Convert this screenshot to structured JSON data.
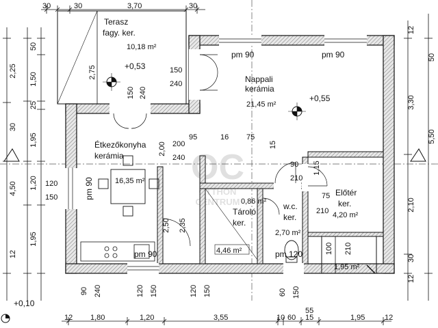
{
  "rooms": {
    "terrace": {
      "name": "Terasz",
      "finish": "fagy. ker.",
      "area": "10,18 m²",
      "level": "+0,53"
    },
    "living": {
      "name": "Nappali",
      "finish": "kerámia",
      "area": "21,45 m²",
      "level": "+0,55",
      "sill_a": "pm 90",
      "sill_b": "pm 90"
    },
    "kitchen": {
      "name": "Étkezőkonyha",
      "finish": "kerámia",
      "area": "16,35 m²",
      "sill_side": "pm 90",
      "sill_bottom": "pm 90"
    },
    "storage": {
      "name": "Tároló",
      "finish": "ker.",
      "area": "0,86 m²"
    },
    "hall": {
      "area": "4,46 m²"
    },
    "wc": {
      "name": "w.c.",
      "finish": "ker.",
      "area": "2,70 m²",
      "sill": "pm 120"
    },
    "entry": {
      "name": "Előtér",
      "finish": "ker.",
      "area": "4,20 m²"
    },
    "porch": {
      "area": "1,95 m²"
    }
  },
  "levels": {
    "outside": "+0,10"
  },
  "dims": {
    "top": [
      "30",
      "30",
      "3,70",
      "30"
    ],
    "bottom": [
      "12",
      "1,80",
      "1,20",
      "3,55",
      "10",
      "60",
      "15",
      "1,95",
      "12"
    ],
    "bottom_over": "55",
    "left": [
      "2,25",
      "50",
      "1,50",
      "25",
      "30",
      "1,95",
      "4,50",
      "1,20",
      "1,95",
      "12"
    ],
    "right": [
      "12",
      "3,30",
      "5,50",
      "2,10",
      "30",
      "12",
      "50"
    ],
    "openings": {
      "terrace_150": "150",
      "terrace_240": "240",
      "terrace_275": "2,75",
      "terr_door_150": "150",
      "terr_door_240": "240",
      "kit_200": "200",
      "kit_240": "240",
      "kit_200v": "2,00",
      "kit_120": "120",
      "kit_150": "150",
      "d95": "95",
      "d16": "16",
      "d75": "75",
      "d15": "15",
      "d90": "90",
      "d210": "210",
      "d115": "1,15",
      "d75b": "75",
      "d210b": "210",
      "d100": "100",
      "d210c": "210",
      "d250": "2,50",
      "d235": "2,35",
      "b120a": "120",
      "b150a": "150",
      "b120b": "120",
      "b150b": "150",
      "b60": "60",
      "b150c": "150",
      "b90": "90",
      "b240": "240"
    }
  },
  "watermark": {
    "logo": "OC",
    "line1": "OTTHON",
    "line2": "CENTRUM"
  },
  "colors": {
    "wall_fill": "#d9d9d9",
    "line": "#111111"
  }
}
